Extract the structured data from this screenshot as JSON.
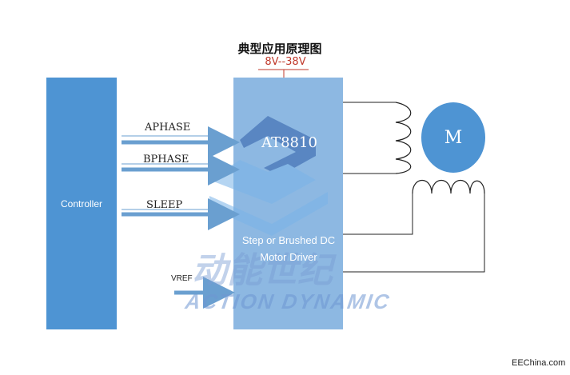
{
  "title": "典型应用原理图",
  "voltage_label": "8V--38V",
  "controller": {
    "label": "Controller"
  },
  "driver": {
    "chip": "AT8810",
    "description": "Step or Brushed DC Motor Driver"
  },
  "signals": {
    "aphase": "APHASE",
    "bphase": "BPHASE",
    "sleep": "SLEEP",
    "vref": "VREF"
  },
  "motor": {
    "label": "M"
  },
  "watermark": {
    "cn": "动能世纪",
    "en": "ACTION DYNAMIC"
  },
  "footer": "EEChina.com",
  "colors": {
    "controller": "#4e94d3",
    "driver": "#8db8e2",
    "arrow": "#6a9fd0",
    "voltage": "#c0392b"
  }
}
